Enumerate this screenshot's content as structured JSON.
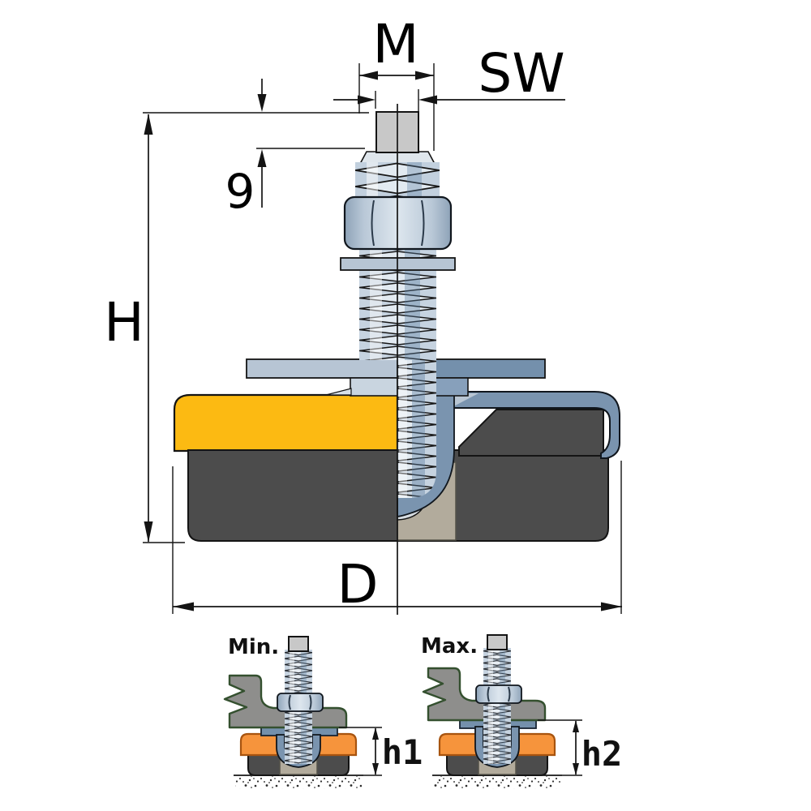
{
  "main_view": {
    "dim_labels": {
      "thread": "M",
      "wrench_flat": "SW",
      "stud_protrusion": "9",
      "total_height": "H",
      "base_diameter": "D"
    }
  },
  "installation_views": {
    "min": {
      "label": "Min.",
      "height_dim": "h1"
    },
    "max": {
      "label": "Max.",
      "height_dim": "h2"
    }
  },
  "colors": {
    "cap_yellow": "#fcba12",
    "cap_orange": "#f6943c",
    "rubber_dark": "#4c4c4c",
    "rubber_tan": "#b2ab9c",
    "steel_plate": "#7a94af",
    "washer_light": "#b7c5d4",
    "washer_dark": "#7490ac",
    "thread_light": "#c6d3e0",
    "thread_crest": "#e2eaf1",
    "thread_shadow": "#5b7da0",
    "stud_gray": "#c8c8c8",
    "machine_gray": "#8e8e8c",
    "machine_outline": "#34502f",
    "line": "#141414"
  }
}
